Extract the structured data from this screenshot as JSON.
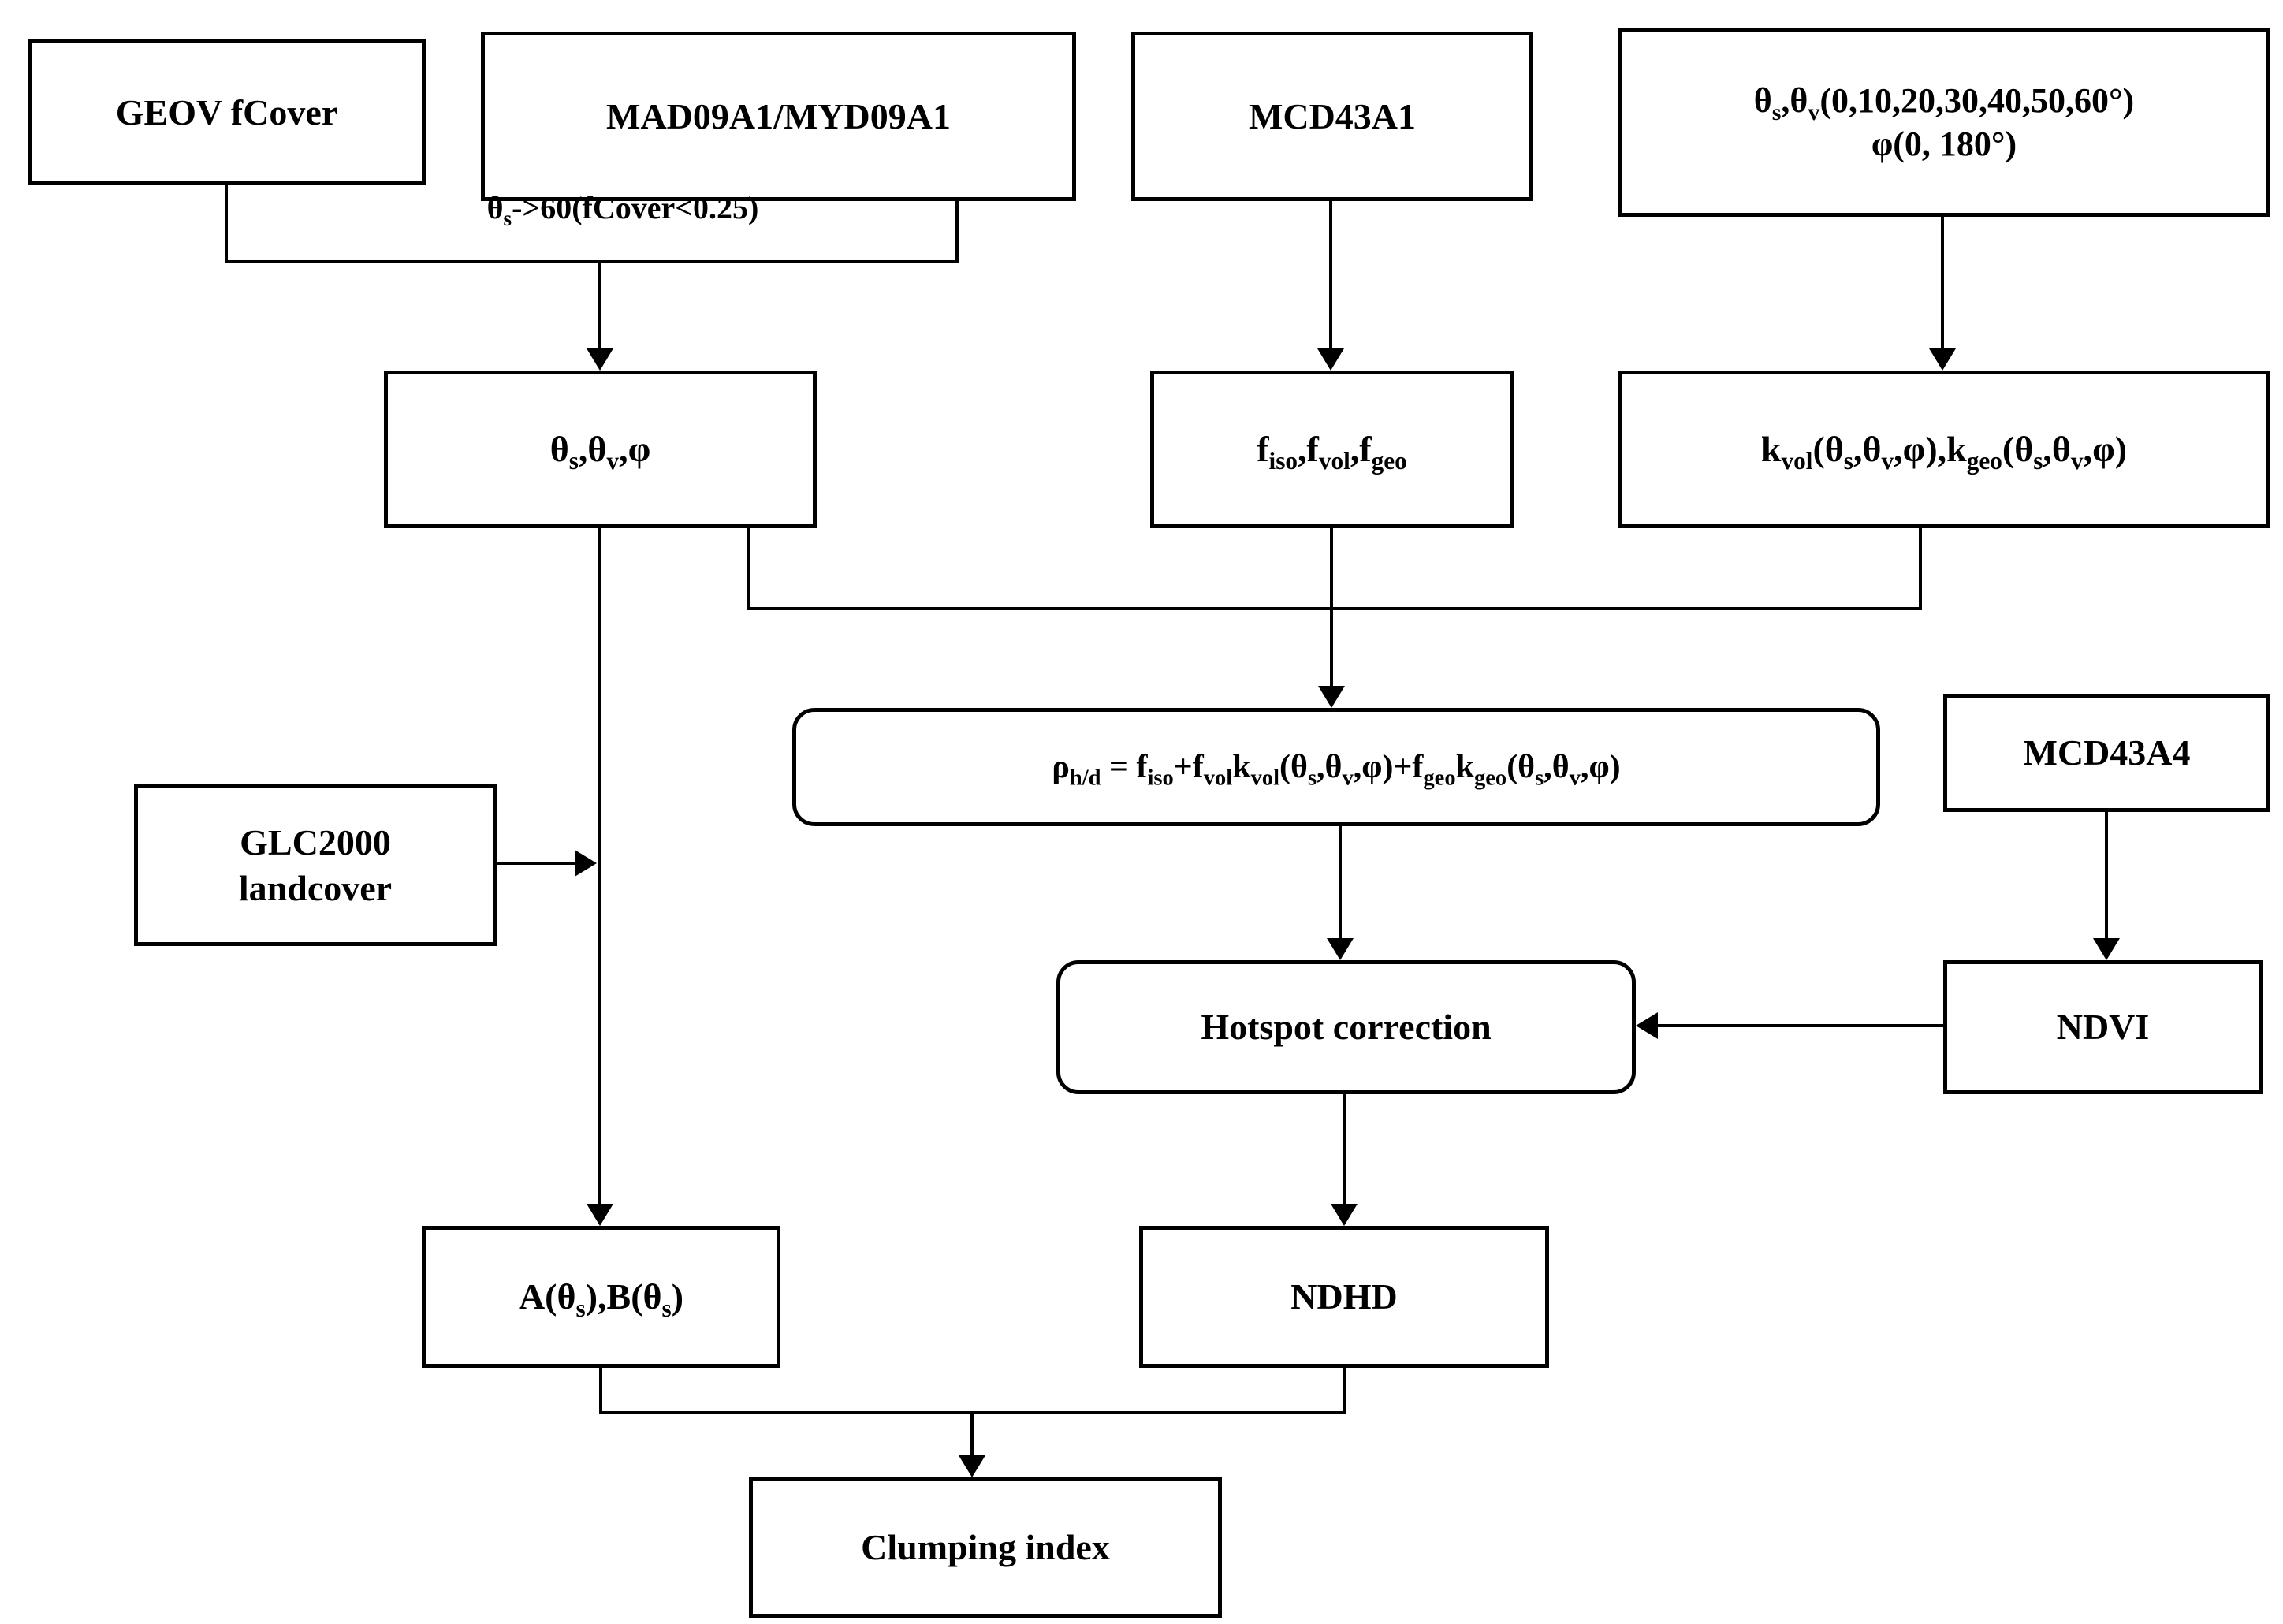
{
  "page": {
    "background": "#ffffff",
    "line_color": "#000000",
    "text_color": "#000000"
  },
  "nodes": {
    "geov": {
      "label": "GEOV fCover"
    },
    "mad09": {
      "label": "MAD09A1/MYD09A1"
    },
    "mcd43a1": {
      "label": "MCD43A1"
    },
    "angles": {
      "line1": "θ_{s},θ_{v}(0,10,20,30,40,50,60°)",
      "line2": "φ(0, 180°)"
    },
    "sun_view": {
      "label": "θ_{s},θ_{v},φ"
    },
    "brdf_params": {
      "label": "f_{iso},f_{vol},f_{geo}"
    },
    "kernels": {
      "label": "k_{vol}(θ_{s},θ_{v},φ),k_{geo}(θ_{s},θ_{v},φ)"
    },
    "equation": {
      "label": "ρ_{h/d} = f_{iso}+f_{vol}k_{vol}(θ_{s},θ_{v},φ)+f_{geo}k_{geo}(θ_{s},θ_{v},φ)"
    },
    "mcd43a4": {
      "label": "MCD43A4"
    },
    "glc2000": {
      "line1": "GLC2000",
      "line2": "landcover"
    },
    "hotspot": {
      "label": "Hotspot correction"
    },
    "ndvi": {
      "label": "NDVI"
    },
    "ab_coeffs": {
      "label": "A(θ_{s}),B(θ_{s})"
    },
    "ndhd": {
      "label": "NDHD"
    },
    "clumping": {
      "label": "Clumping index"
    }
  },
  "edge_labels": {
    "sza_rule": "θ_{s}->60(fCover<0.25)"
  }
}
